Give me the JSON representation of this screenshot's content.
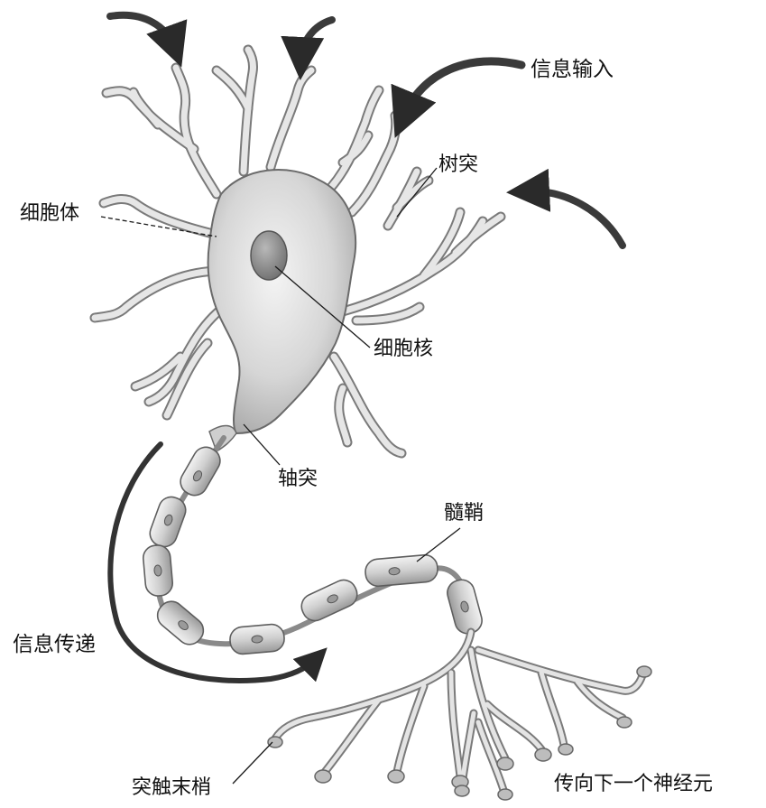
{
  "labels": {
    "info_input": "信息输入",
    "dendrite": "树突",
    "cell_body": "细胞体",
    "nucleus": "细胞核",
    "axon": "轴突",
    "myelin_sheath": "髓鞘",
    "info_transmission": "信息传递",
    "axon_terminal": "突触末梢",
    "to_next_neuron": "传向下一个神经元"
  },
  "colors": {
    "cell": "#dcdcdc",
    "cell_edge": "#6e6e6e",
    "nucleus": "#8a8a8a",
    "arrow": "#3a3a3a",
    "leader": "#1a1a1a"
  }
}
